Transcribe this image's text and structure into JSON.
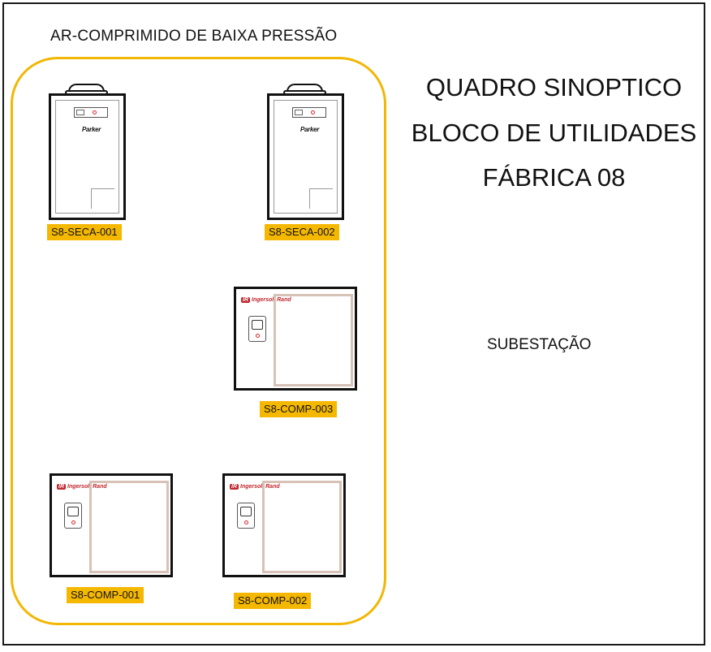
{
  "zone": {
    "label": "AR-COMPRIMIDO DE BAIXA PRESSÃO"
  },
  "header": {
    "line1": "QUADRO SINOPTICO",
    "line2": "BLOCO DE UTILIDADES",
    "line3": "FÁBRICA 08"
  },
  "substation": {
    "label": "SUBESTAÇÃO"
  },
  "equipment": {
    "dryers": [
      {
        "tag": "S8-SECA-001",
        "brand": "Parker"
      },
      {
        "tag": "S8-SECA-002",
        "brand": "Parker"
      }
    ],
    "compressors": [
      {
        "tag": "S8-COMP-003",
        "brand": "IR",
        "brand_text": "Ingersoll Rand"
      },
      {
        "tag": "S8-COMP-001",
        "brand": "IR",
        "brand_text": "Ingersoll Rand"
      },
      {
        "tag": "S8-COMP-002",
        "brand": "IR",
        "brand_text": "Ingersoll Rand"
      }
    ]
  },
  "colors": {
    "zone_border": "#f2b705",
    "tag_bg": "#f5b800",
    "door_outline": "#d7c2b8",
    "brand_red": "#c1272d"
  }
}
